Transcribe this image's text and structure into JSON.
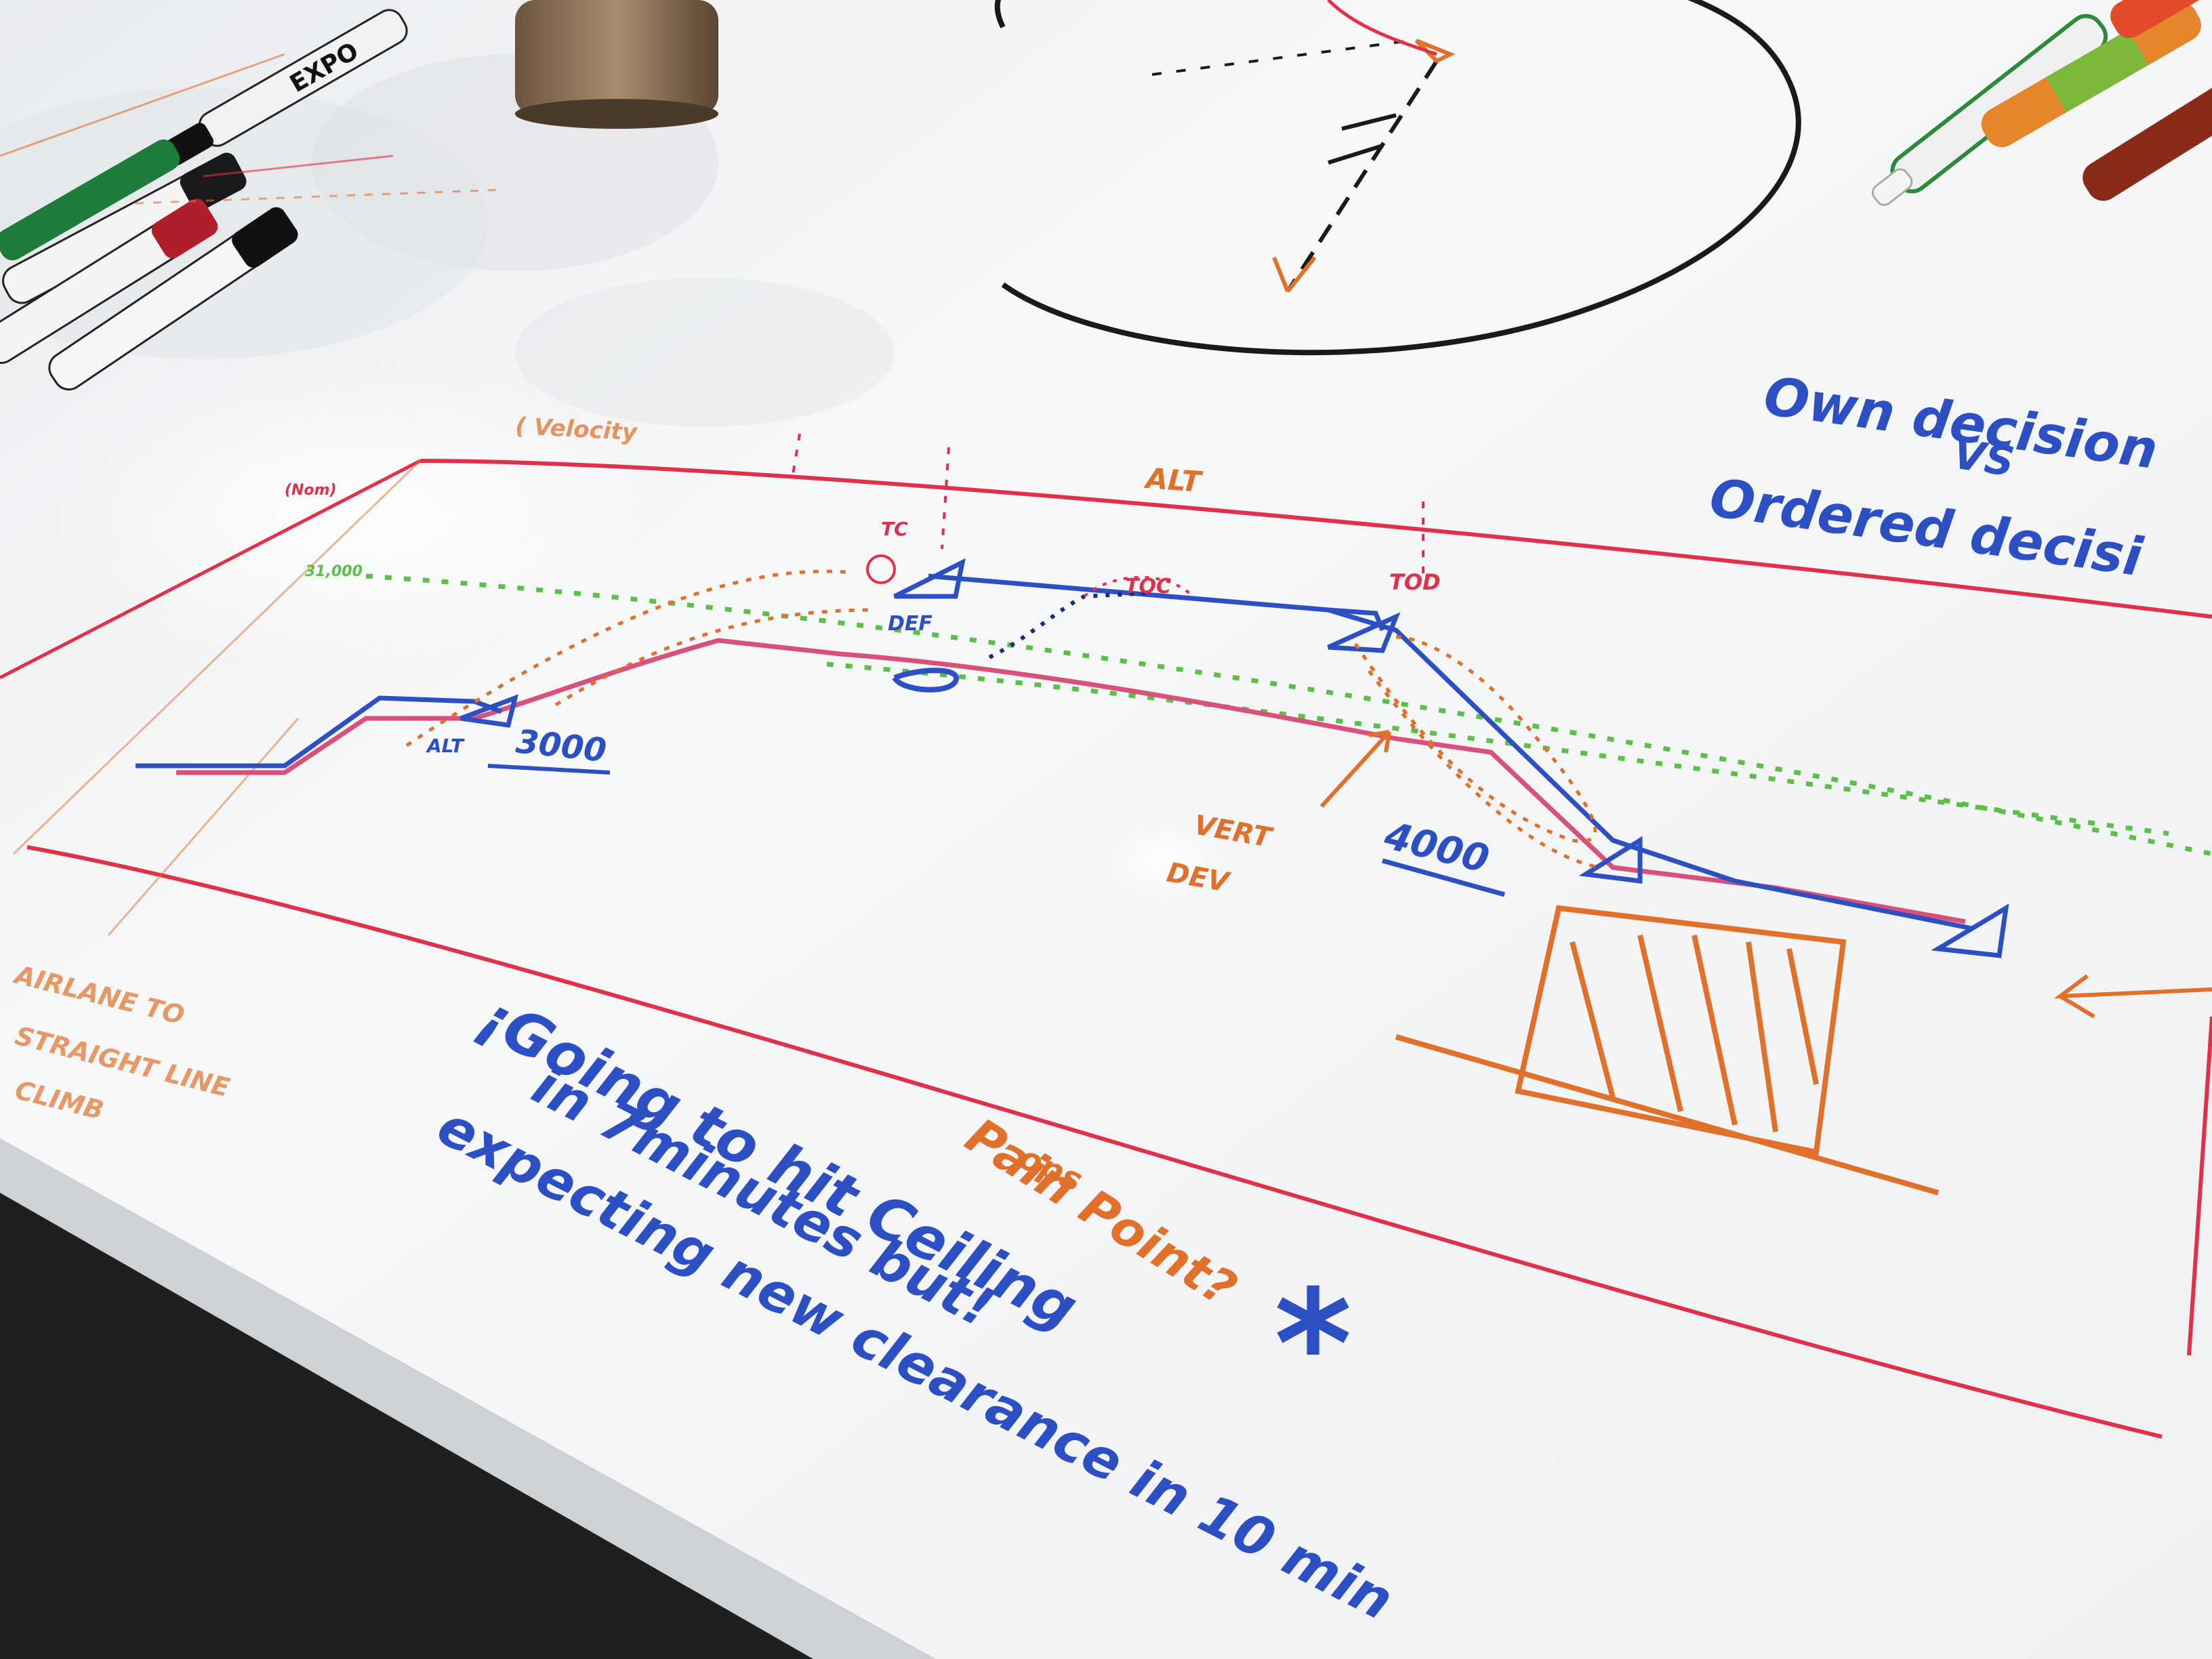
{
  "board": {
    "axis_alt": "ALT",
    "axis_velocity": "( Velocity",
    "tick_top": "(Nom)",
    "tick_mid": "31,000",
    "label_tc": "TC",
    "label_toc": "TOC",
    "label_tod": "TOD",
    "label_def": "DEF",
    "label_alt": "ALT",
    "label_3000": "3000",
    "label_4000": "4000",
    "label_vert_dev_1": "VERT",
    "label_vert_dev_2": "DEV",
    "note_left_1": "AIRLANE TO",
    "note_left_2": "STRAIGHT LINE",
    "note_left_3": "CLIMB",
    "note_right_1": "Own decision",
    "note_right_2": "VS",
    "note_right_3": "Ordered decisi",
    "note_main_1": "¡Going to hit Ceiling",
    "note_main_2": "in 7minutes but!",
    "note_main_3": "expecting new clearance in 10 min",
    "note_ops": "ops",
    "note_pain_point": "Pain Point?",
    "asterisk": "*",
    "marker_brand": "EXPO"
  },
  "colors": {
    "board": "#f4f5f6",
    "blue_ink": "#2d4fc4",
    "red_ink": "#e0304a",
    "orange_ink": "#e0702a",
    "green_ink": "#5cbf48",
    "black_ink": "#1a1a1a",
    "pink_ink": "#d9507a"
  }
}
